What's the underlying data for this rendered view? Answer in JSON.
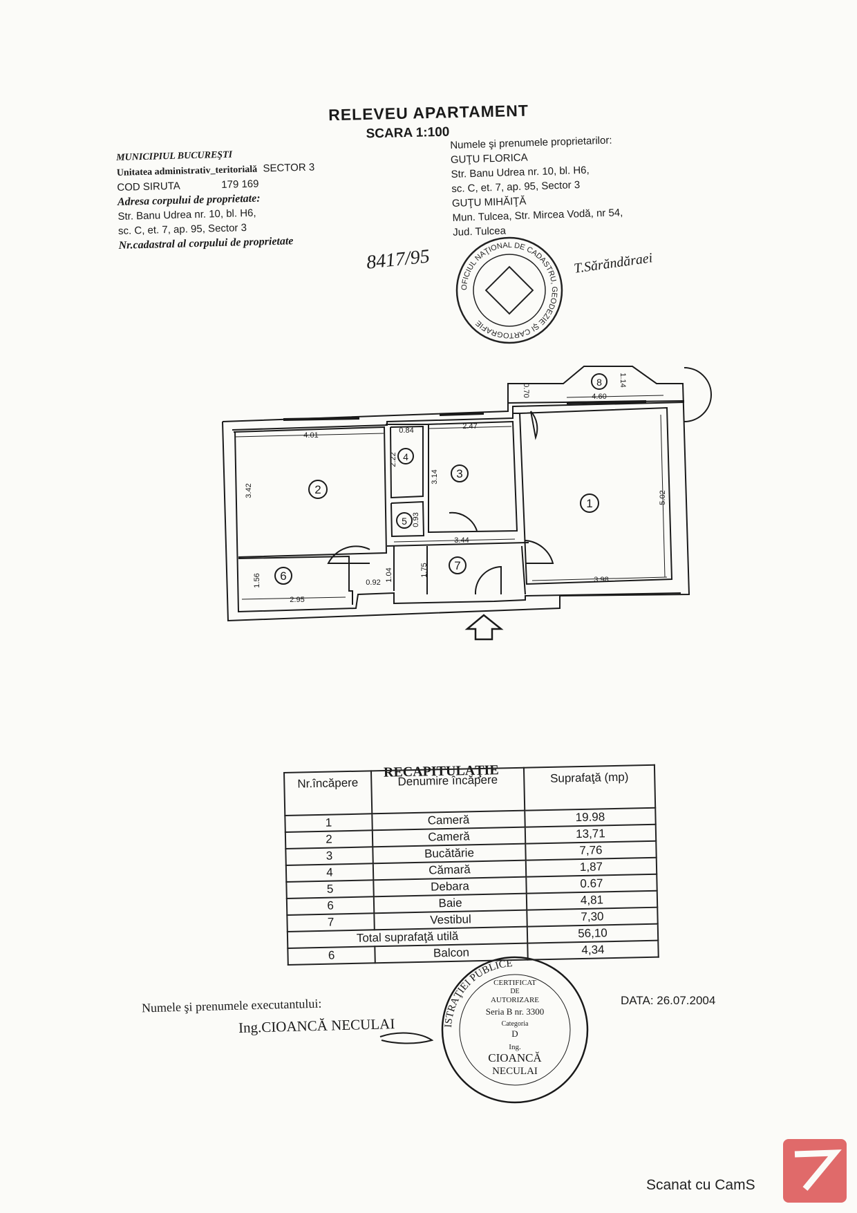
{
  "header": {
    "title": "RELEVEU APARTAMENT",
    "scale": "SCARA 1:100"
  },
  "left_info": {
    "municipality": "MUNICIPIUL BUCUREŞTI",
    "uat_label": "Unitatea administrativ_teritorială",
    "uat_value": "SECTOR 3",
    "siruta_label": "COD SIRUTA",
    "siruta_value": "179 169",
    "address_label": "Adresa corpului de proprietate:",
    "address_line1": "Str. Banu Udrea nr. 10, bl. H6,",
    "address_line2": "sc. C, et. 7, ap. 95, Sector 3",
    "cadastral_label": "Nr.cadastral al corpului de proprietate",
    "cadastral_value": "8417/95"
  },
  "right_info": {
    "owners_label": "Numele şi prenumele proprietarilor:",
    "owner1_name": "GUŢU FLORICA",
    "owner1_line1": "Str. Banu Udrea nr. 10, bl. H6,",
    "owner1_line2": "sc. C, et. 7, ap. 95, Sector 3",
    "owner2_name": "GUŢU MIHĂIŢĂ",
    "owner2_line1": "Mun. Tulcea, Str. Mircea Vodă, nr 54,",
    "owner2_line2": "Jud. Tulcea",
    "signature": "T.Sărăndăraei"
  },
  "stamp1": {
    "ring_text": "OFICIUL NAŢIONAL DE CADASTRU, GEODEZIE ŞI CARTOGRAFIE"
  },
  "plan": {
    "rooms": [
      "1",
      "2",
      "3",
      "4",
      "5",
      "6",
      "7",
      "8"
    ],
    "dims": {
      "d401": "4.01",
      "d084": "0.84",
      "d247": "2.47",
      "d460": "4.60",
      "d114": "1.14",
      "d070": "0.70",
      "d342": "3.42",
      "d222": "2.22",
      "d314": "3.14",
      "d502": "5.02",
      "d093": "0.93",
      "d344": "3.44",
      "d156": "1.56",
      "d092": "0.92",
      "d104": "1.04",
      "d175": "1.75",
      "d295": "2.95",
      "d398": "3.98"
    }
  },
  "recap": {
    "title": "RECAPITULAŢIE",
    "headers": [
      "Nr.încăpere",
      "Denumire încăpere",
      "Suprafaţă (mp)"
    ],
    "rows": [
      [
        "1",
        "Cameră",
        "19.98"
      ],
      [
        "2",
        "Cameră",
        "13,71"
      ],
      [
        "3",
        "Bucătărie",
        "7,76"
      ],
      [
        "4",
        "Cămară",
        "1,87"
      ],
      [
        "5",
        "Debara",
        "0.67"
      ],
      [
        "6",
        "Baie",
        "4,81"
      ],
      [
        "7",
        "Vestibul",
        "7,30"
      ]
    ],
    "total_label": "Total suprafaţă utilă",
    "total_value": "56,10",
    "balcony_nr": "6",
    "balcony_label": "Balcon",
    "balcony_value": "4,34"
  },
  "executant": {
    "label": "Numele şi prenumele executantului:",
    "name": "Ing.CIOANCĂ NECULAI"
  },
  "stamp2": {
    "ring_text": "MINISTERUL ADMINISTRAŢIEI PUBLICE",
    "l1": "CERTIFICAT",
    "l2": "DE",
    "l3": "AUTORIZARE",
    "l4": "Seria B nr. 3300",
    "l5": "Categoria",
    "l6": "D",
    "l7": "Ing.",
    "l8": "CIOANCĂ",
    "l9": "NECULAI"
  },
  "date": "DATA:  26.07.2004",
  "watermark": "Scanat cu CamS",
  "colors": {
    "ink": "#1a1a1a",
    "logo": "#e06a6a",
    "paper": "#fbfbf8"
  }
}
